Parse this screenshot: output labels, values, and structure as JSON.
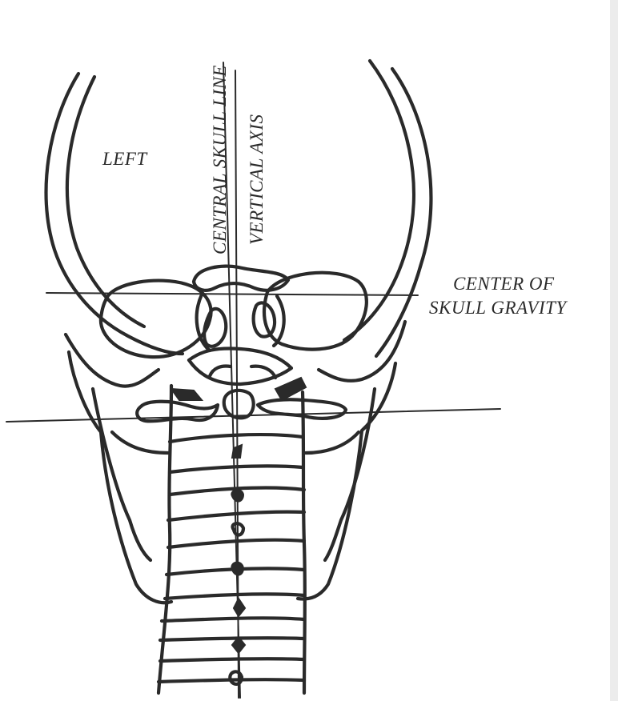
{
  "labels": {
    "left": "LEFT",
    "central_skull_line": "CENTRAL SKULL LINE",
    "vertical_axis": "VERTICAL AXIS",
    "center_of_gravity_line1": "CENTER OF",
    "center_of_gravity_line2": "SKULL GRAVITY"
  },
  "colors": {
    "ink": "#2a2a2a",
    "paper": "#ffffff"
  }
}
